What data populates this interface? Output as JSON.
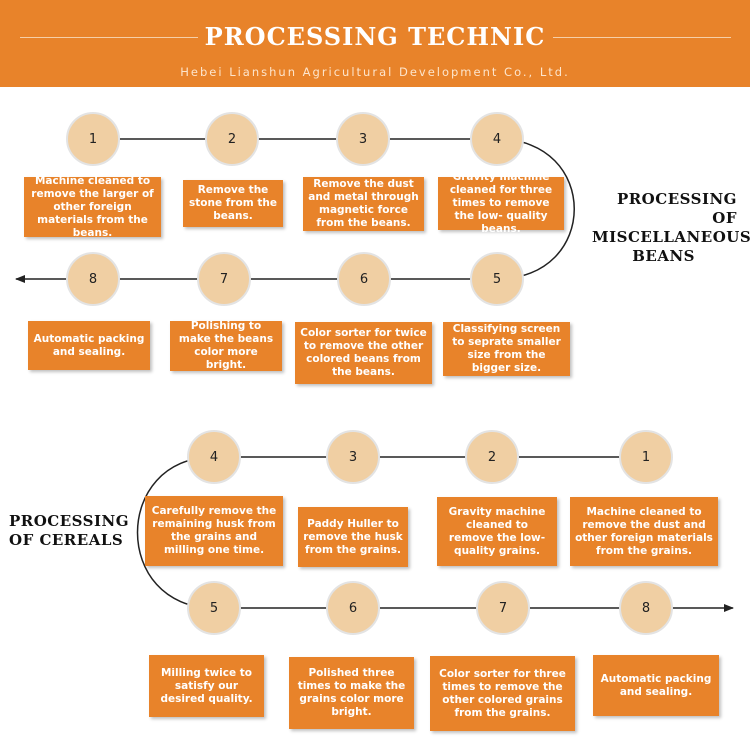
{
  "banner": {
    "title": "PROCESSING TECHNIC",
    "subtitle": "Hebei Lianshun Agricultural Development Co., Ltd."
  },
  "colors": {
    "accent": "#e8832a",
    "node_fill": "#f0cfa3",
    "line": "#222222"
  },
  "beans": {
    "title_line1": "PROCESSING OF",
    "title_line2": "MISCELLANEOUS",
    "title_line3": "BEANS",
    "steps": [
      {
        "num": "1",
        "text": "Machine cleaned to remove the larger of other foreign materials from the beans."
      },
      {
        "num": "2",
        "text": "Remove the stone from the beans."
      },
      {
        "num": "3",
        "text": "Remove the dust and metal through magnetic force from the beans."
      },
      {
        "num": "4",
        "text": "Gravity machine cleaned for three times to remove the low- quality beans."
      },
      {
        "num": "5",
        "text": "Classifying screen to seprate smaller size from the bigger size."
      },
      {
        "num": "6",
        "text": "Color sorter for twice to remove the other colored beans from the beans."
      },
      {
        "num": "7",
        "text": "Polishing to make the beans color more bright."
      },
      {
        "num": "8",
        "text": "Automatic packing and sealing."
      }
    ]
  },
  "cereals": {
    "title_line1": "PROCESSING",
    "title_line2": "OF CEREALS",
    "steps": [
      {
        "num": "1",
        "text": "Machine cleaned to remove the dust and other foreign materials from the grains."
      },
      {
        "num": "2",
        "text": "Gravity machine cleaned to remove the low- quality grains."
      },
      {
        "num": "3",
        "text": "Paddy Huller to remove the husk from the grains."
      },
      {
        "num": "4",
        "text": "Carefully remove the remaining husk from the grains and milling one time."
      },
      {
        "num": "5",
        "text": "Milling twice to satisfy our desired quality."
      },
      {
        "num": "6",
        "text": "Polished three times to make the grains color more bright."
      },
      {
        "num": "7",
        "text": "Color sorter for three times to remove the other colored grains from the grains."
      },
      {
        "num": "8",
        "text": "Automatic packing and sealing."
      }
    ]
  }
}
